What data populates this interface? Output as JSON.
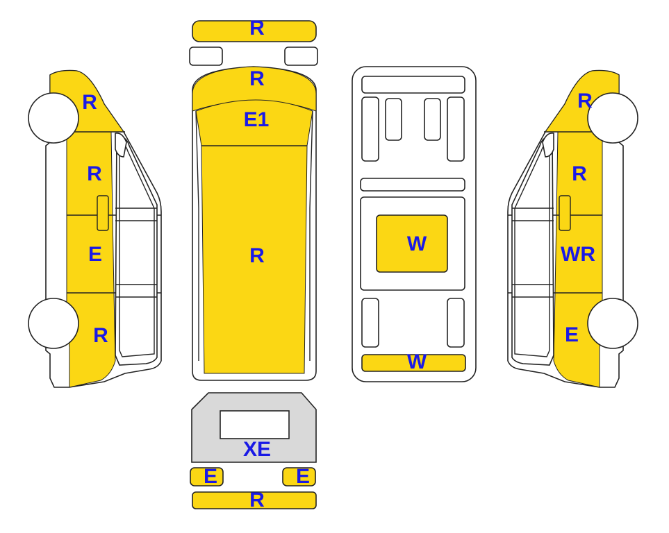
{
  "colors": {
    "fill": "#FBD714",
    "gray": "#D9D9D9",
    "outline": "#222222",
    "label": "#1A1AE6",
    "background": "#FFFFFF"
  },
  "views": {
    "left_side": {
      "labels": [
        "R",
        "R",
        "E",
        "R"
      ]
    },
    "front": {
      "bumper_label": "R",
      "hood_label": "R",
      "windshield_label": "E1",
      "roof_label": "R"
    },
    "underside": {
      "center_label": "W",
      "rear_strip_label": "W"
    },
    "right_side": {
      "labels": [
        "R",
        "R",
        "WR",
        "E"
      ]
    },
    "rear": {
      "door_label": "XE",
      "left_light_label": "E",
      "right_light_label": "E",
      "bumper_label": "R"
    }
  }
}
